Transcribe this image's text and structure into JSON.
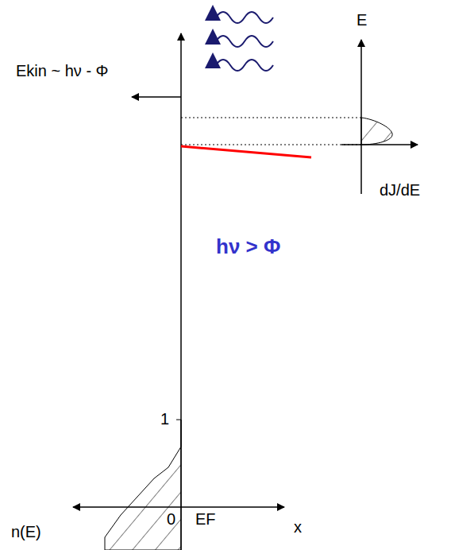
{
  "diagram": {
    "labels": [
      "Ekin ~ hν - Φ",
      "E",
      "dJ/dE",
      "hν > Φ",
      "1",
      "0",
      "EF",
      "x",
      "n(E)"
    ]
  }
}
